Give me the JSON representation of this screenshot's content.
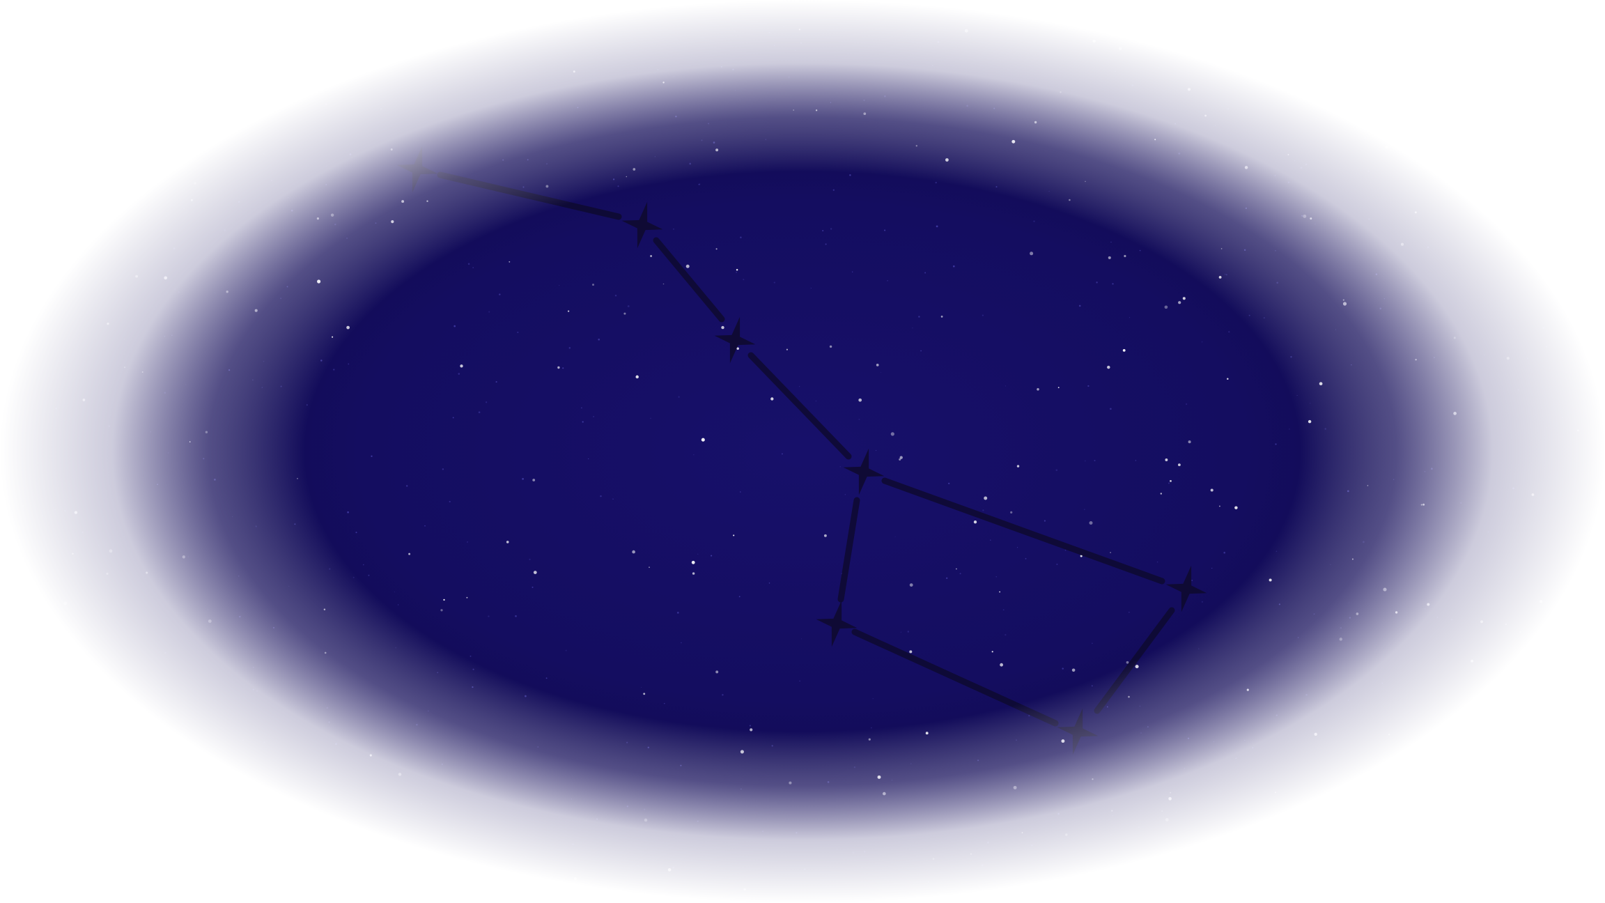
{
  "scene": {
    "subject": "constellation-big-dipper",
    "colors": {
      "sky_center": "#17106a",
      "sky_mid": "#120c58",
      "sky_outer": "#0c0a3a",
      "glow": "#ffffff",
      "constellation": "#0e0a30",
      "background_star": "#ffffff"
    },
    "constellation_star_count": 7,
    "constellation_line_count": 7
  }
}
